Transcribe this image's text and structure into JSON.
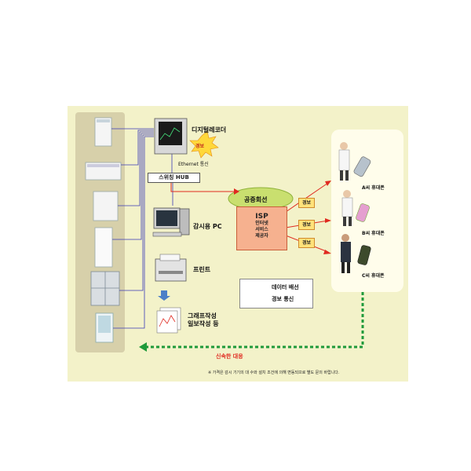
{
  "labels": {
    "digital_recorder": "디지털레코더",
    "alarm_burst": "경보",
    "ethernet": "Ethernet 통신",
    "switching_hub": "스위칭 HUB",
    "monitor_pc": "감시용 PC",
    "printer": "프린트",
    "graph_line1": "그래프작성",
    "graph_line2": "일보작성 등",
    "public_line": "공중회선",
    "isp_title": "ISP",
    "isp_line1": "인터넷",
    "isp_line2": "서비스",
    "isp_line3": "제공자",
    "alarm_a": "경보",
    "alarm_b": "경보",
    "alarm_c": "경보",
    "phone_a": "A씨 휴대폰",
    "phone_b": "B씨 휴대폰",
    "phone_c": "C씨 휴대폰",
    "quick_response": "신속한 대응",
    "footnote": "※ 가격은 감시 기기의 대 수와 설치 조건에 의해 변동되므로 별도 문의 바랍니다."
  },
  "legend": {
    "data_wiring": "데이터 배선",
    "alarm_comm": "경보 통신"
  },
  "colors": {
    "background": "#f3f2c9",
    "left_panel": "#d7d0aa",
    "data_line": "#3a3ab8",
    "alarm_line": "#e02a20",
    "response_line": "#1f9a3a",
    "isp_fill": "#f6b18f",
    "public_line_fill": "#c9df6f"
  }
}
